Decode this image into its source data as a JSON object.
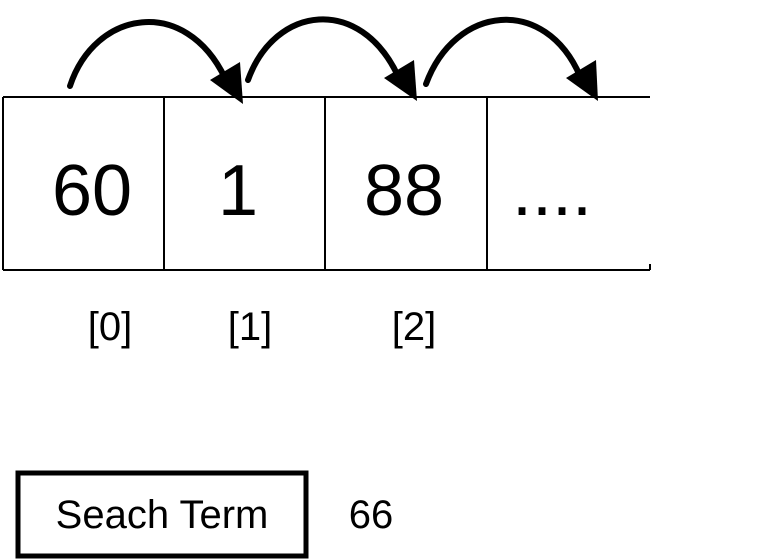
{
  "array": {
    "cells": [
      {
        "value": "60",
        "index": "[0]"
      },
      {
        "value": "1",
        "index": "[1]"
      },
      {
        "value": "88",
        "index": "[2]"
      },
      {
        "value": "....",
        "index": ""
      }
    ]
  },
  "search": {
    "label": "Seach Term",
    "value": "66"
  },
  "colors": {
    "stroke": "#000000",
    "background": "#ffffff"
  }
}
